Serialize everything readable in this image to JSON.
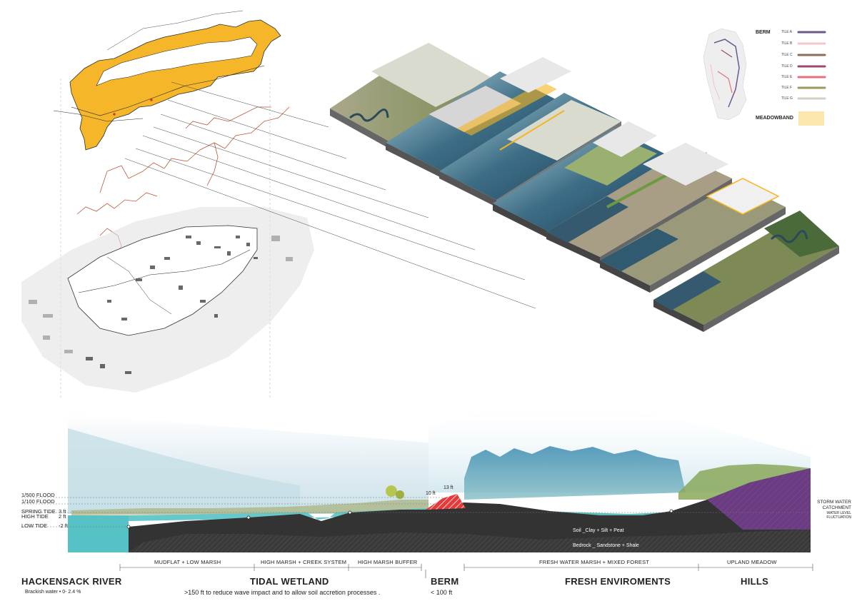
{
  "legend": {
    "berm_title": "BERM",
    "meadow_title": "MEADOWBAND",
    "tiles": [
      {
        "label": "TILE A",
        "color": "#6a5a8e"
      },
      {
        "label": "TILE B",
        "color": "#f6c6cf"
      },
      {
        "label": "TILE C",
        "color": "#8a6e58"
      },
      {
        "label": "TILE D",
        "color": "#9a4a6e"
      },
      {
        "label": "TILE E",
        "color": "#e8707e"
      },
      {
        "label": "TILE F",
        "color": "#9a9a5a"
      },
      {
        "label": "TILE G",
        "color": "#d6cec4"
      }
    ],
    "meadow_color": "#fbe6b0"
  },
  "section": {
    "levels": [
      {
        "label": "1/500 FLOOD"
      },
      {
        "label": "1/100 FLOOD"
      },
      {
        "label": "SPRING TIDE",
        "value": "3 ft"
      },
      {
        "label": "HIGH TIDE",
        "value": "2 ft"
      },
      {
        "label": "LOW TIDE",
        "value": "-2 ft"
      }
    ],
    "berm_heights": [
      "10 ft",
      "13 ft"
    ],
    "soil": "Soil _Clay + Silt + Peat",
    "bedrock": "Bedrock _ Sandstone + Shale",
    "storm_water": [
      "STORM WATER",
      "CATCHMENT"
    ],
    "water_level": [
      "WATER LEVEL",
      "FLUCTUATION"
    ]
  },
  "subzones": [
    "MUDFLAT +  LOW MARSH",
    "HIGH MARSH + CREEK SYSTEM",
    "HIGH MARSH BUFFER",
    "FRESH WATER MARSH + MIXED FOREST",
    "UPLAND MEADOW"
  ],
  "zones": [
    {
      "name": "HACKENSACK RIVER",
      "note": "Brackish water  •  0- 2.4 %"
    },
    {
      "name": "TIDAL WETLAND",
      "note": ">150 ft to reduce wave impact and to allow soil accretion processes ."
    },
    {
      "name": "BERM",
      "note": "< 100 ft"
    },
    {
      "name": "FRESH ENVIROMENTS",
      "note": ""
    },
    {
      "name": "HILLS",
      "note": ""
    }
  ],
  "colors": {
    "water": "#56c2c6",
    "ground": "#333333",
    "berm": "#e53a3a",
    "route": "#f5b41e",
    "hills": "#6b3c82"
  }
}
